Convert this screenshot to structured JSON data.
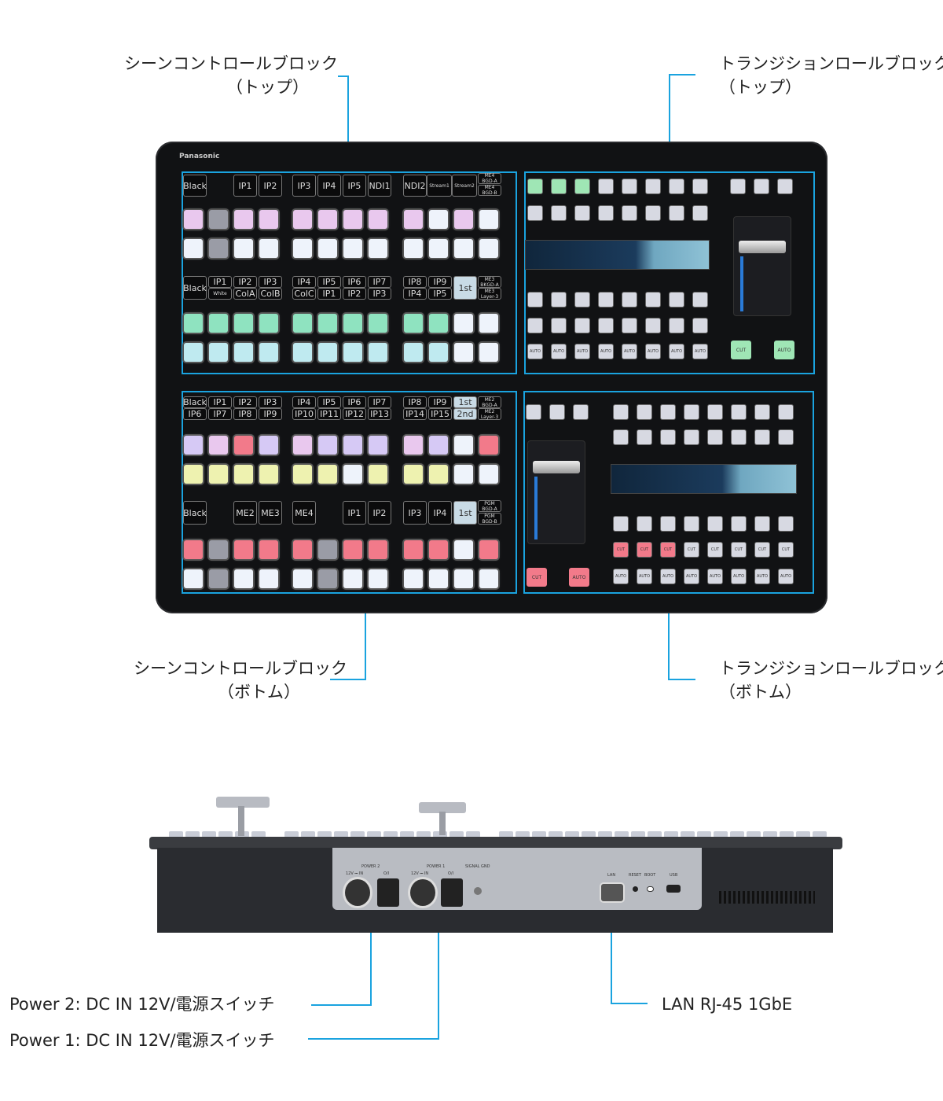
{
  "callouts": {
    "scene_top": [
      "シーンコントロールブロック",
      "（トップ）"
    ],
    "transition_top": [
      "トランジションロールブロック",
      "（トップ）"
    ],
    "scene_bottom": [
      "シーンコントロールブロック",
      "（ボトム）"
    ],
    "transition_bottom": [
      "トランジションロールブロック",
      "（ボトム）"
    ],
    "power2": "Power 2: DC IN 12V/電源スイッチ",
    "power1": "Power 1: DC IN 12V/電源スイッチ",
    "lan": "LAN RJ-45 1GbE"
  },
  "brand": "Panasonic",
  "colors": {
    "accent": "#1aa3df",
    "pink": "#e9c8ee",
    "white": "#eef3fb",
    "green": "#8fe3c0",
    "cyan": "#bfeaf0",
    "red": "#f27a8a",
    "yellow": "#eef2b0",
    "lavender": "#d6c9f5",
    "grey": "#9a9ca6"
  },
  "scene_top": {
    "labels_a": [
      "Black",
      "IP1",
      "IP2",
      "IP3",
      "IP4",
      "IP5",
      "NDI1",
      "NDI2",
      "Stream1",
      "Stream2",
      "ME4 BGD-A",
      "ME4 BGD-B"
    ],
    "labels_b": [
      "Black",
      "IP1",
      "White",
      "IP2",
      "ColA",
      "IP3",
      "ColB",
      "IP4",
      "ColC",
      "IP5",
      "IP1",
      "IP6",
      "IP2",
      "IP7",
      "IP3",
      "IP8",
      "IP4",
      "IP9",
      "IP5",
      "1st",
      "ME3 BKGD-A",
      "ME3 Layer-3"
    ],
    "rows": [
      [
        "pink",
        "grey",
        "pink",
        "pink",
        "pink",
        "pink",
        "pink",
        "pink",
        "pink",
        "white",
        "pink",
        "white"
      ],
      [
        "white",
        "grey",
        "white",
        "white",
        "white",
        "white",
        "white",
        "white",
        "white",
        "white",
        "white",
        "white"
      ],
      [
        "green",
        "green",
        "green",
        "green",
        "green",
        "green",
        "green",
        "green",
        "green",
        "green",
        "white",
        "white"
      ],
      [
        "cyan",
        "cyan",
        "cyan",
        "cyan",
        "cyan",
        "cyan",
        "cyan",
        "cyan",
        "cyan",
        "cyan",
        "white",
        "white"
      ]
    ]
  },
  "scene_bottom": {
    "labels_a": [
      "Black",
      "IP1",
      "IP2",
      "IP3",
      "IP6",
      "IP7",
      "IP8",
      "IP9",
      "IP4",
      "IP5",
      "IP6",
      "IP7",
      "IP10",
      "IP11",
      "IP12",
      "IP13",
      "IP8",
      "IP9",
      "IP14",
      "IP15",
      "1st",
      "2nd",
      "ME2 BGD-A",
      "ME2 Layer-3"
    ],
    "labels_b": [
      "Black",
      "ME2",
      "ME3",
      "ME4",
      "IP1",
      "IP2",
      "IP3",
      "IP4",
      "1st",
      "PGM BGD-A",
      "PGM BGD-B"
    ],
    "rows": [
      [
        "lavender",
        "pink",
        "red",
        "lavender",
        "pink",
        "lavender",
        "lavender",
        "lavender",
        "pink",
        "lavender",
        "white",
        "red"
      ],
      [
        "yellow",
        "yellow",
        "yellow",
        "yellow",
        "yellow",
        "yellow",
        "white",
        "yellow",
        "yellow",
        "yellow",
        "white",
        "white"
      ],
      [
        "red",
        "grey",
        "red",
        "red",
        "red",
        "grey",
        "red",
        "red",
        "red",
        "red",
        "white",
        "red"
      ],
      [
        "white",
        "grey",
        "white",
        "white",
        "white",
        "grey",
        "white",
        "white",
        "white",
        "white",
        "white",
        "white"
      ]
    ]
  },
  "transition_top": {
    "cut_label": "CUT",
    "auto_label": "AUTO"
  },
  "transition_bottom": {
    "cut_label": "CUT",
    "auto_label": "AUTO"
  },
  "rear": {
    "power2_label": "POWER 2",
    "power1_label": "POWER 1",
    "dc_label": "12V ⎓ IN",
    "switch_label": "O/I",
    "signal_gnd": "SIGNAL GND",
    "lan_label": "LAN",
    "reset_label": "RESET",
    "boot_label": "BOOT",
    "usb_label": "USB"
  }
}
